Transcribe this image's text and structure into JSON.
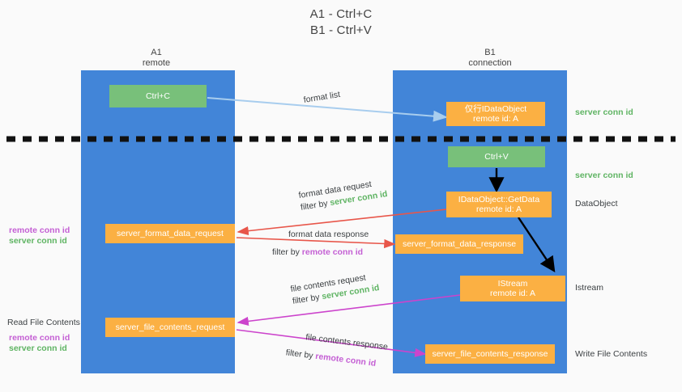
{
  "title": {
    "line1": "A1 - Ctrl+C",
    "line2": "B1 - Ctrl+V"
  },
  "columns": {
    "left": {
      "name": "A1",
      "role": "remote"
    },
    "right": {
      "name": "B1",
      "role": "connection"
    }
  },
  "boxes": {
    "ctrl_c": "Ctrl+C",
    "ctrl_v": "Ctrl+V",
    "idataobject_name": "仅行IDataObject",
    "idataobject_id": "remote id: A",
    "getdata_name": "IDataObject::GetData",
    "getdata_id": "remote id: A",
    "istream_name": "IStream",
    "istream_id": "remote id: A",
    "server_format_data_request": "server_format_data_request",
    "server_format_data_response": "server_format_data_response",
    "server_file_contents_request": "server_file_contents_request",
    "server_file_contents_response": "server_file_contents_response"
  },
  "edge_labels": {
    "format_list": "format list",
    "format_data_request": "format data request",
    "format_data_request_filter": "filter by ",
    "format_data_request_conn": "server conn id",
    "format_data_response": "format data response",
    "format_data_response_filter": "filter by ",
    "format_data_response_conn": "remote conn id",
    "file_contents_request": "file contents request",
    "file_contents_request_filter": "filter by ",
    "file_contents_request_conn": "server conn id",
    "file_contents_response": "file contents response",
    "file_contents_response_filter": "filter by ",
    "file_contents_response_conn": "remote conn id"
  },
  "side_labels": {
    "right_server_conn_id_top": "server conn id",
    "right_server_conn_id_second": "server conn id",
    "right_dataobject": "DataObject",
    "right_istream": "Istream",
    "right_write_file_contents": "Write File Contents",
    "left_remote_conn_id_1": "remote conn id",
    "left_server_conn_id_1": "server conn id",
    "left_read_file_contents": "Read File Contents",
    "left_remote_conn_id_2": "remote conn id",
    "left_server_conn_id_2": "server conn id"
  },
  "colors": {
    "panel_blue": "#4285d8",
    "green_box": "#78c07a",
    "orange_box": "#fbb043",
    "green_text": "#5fb463",
    "magenta_text": "#c45fd4",
    "red_arrow": "#e8564a",
    "magenta_arrow": "#cc44cc",
    "blue_arrow": "#a8cdee",
    "black_arrow": "#000000",
    "background": "#fafafa"
  }
}
